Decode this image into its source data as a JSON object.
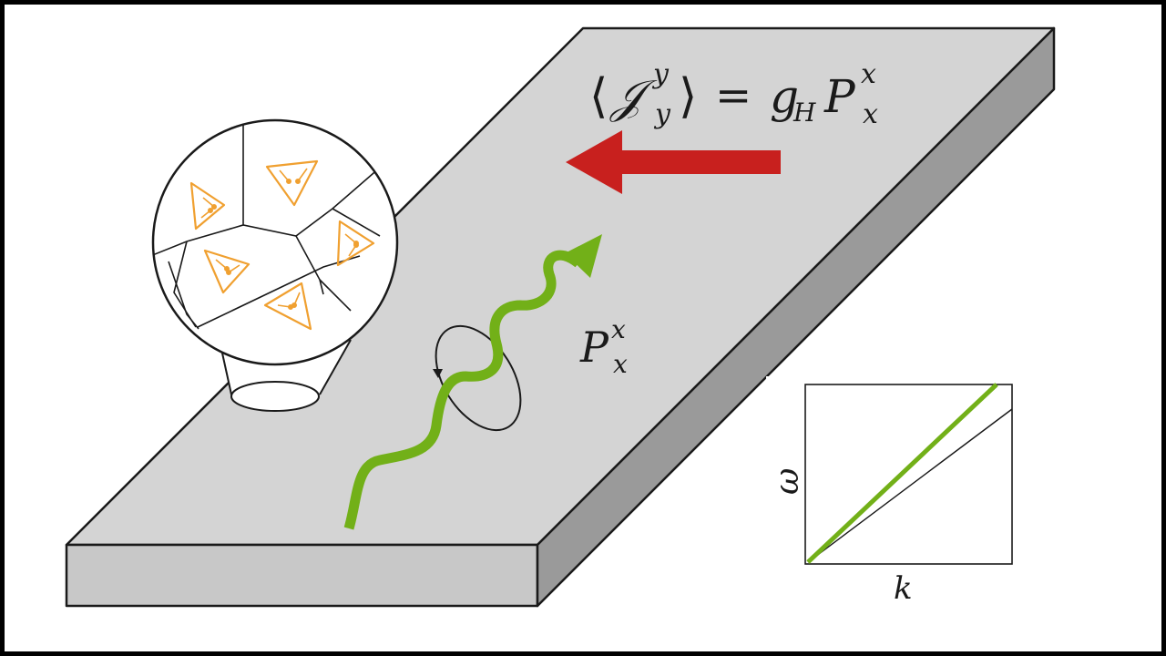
{
  "equation": {
    "left_open": "⟨",
    "J": "𝒥",
    "J_sup": "y",
    "J_sub": "y",
    "right_close": "⟩",
    "equals": "=",
    "g": "g",
    "g_sub": "H",
    "P": "P",
    "P_sup": "x",
    "P_sub": "x"
  },
  "polarization_label": {
    "P": "P",
    "sup": "x",
    "sub": "x"
  },
  "inset": {
    "ylabel": "ω",
    "xlabel": "k"
  },
  "colors": {
    "slab_top": "#d4d4d4",
    "slab_front": "#c8c8c8",
    "slab_side": "#9a9a9a",
    "current_arrow": "#c8201e",
    "phonon_wave": "#72b018",
    "dipoles": "#f0a030"
  }
}
